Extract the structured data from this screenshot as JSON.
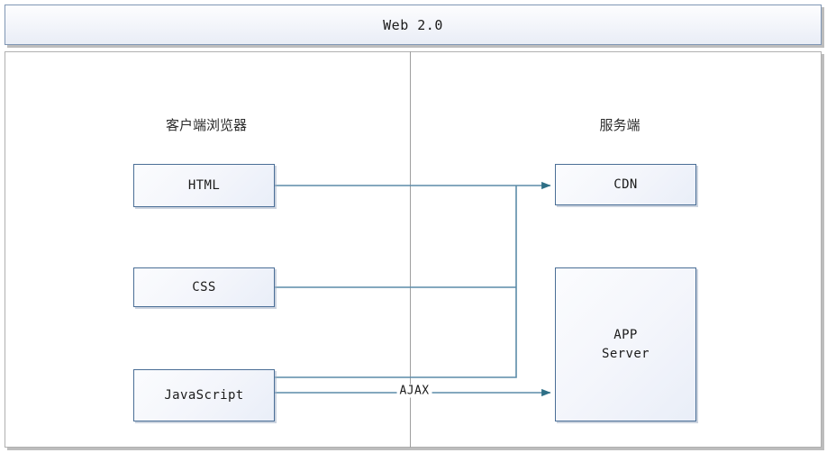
{
  "titlebar": {
    "title": "Web 2.0"
  },
  "zones": {
    "client": "客户端浏览器",
    "server": "服务端"
  },
  "nodes": {
    "html": "HTML",
    "css": "CSS",
    "javascript": "JavaScript",
    "cdn": "CDN",
    "app_server": "APP\nServer"
  },
  "edges": {
    "ajax": "AJAX"
  },
  "colors": {
    "node_border": "#4a6e96",
    "wire": "#5b8ca8",
    "frame_border": "#b0b0b0",
    "divider": "#9e9e9e",
    "titlebar_border": "#7f96b4",
    "text": "#1b1b1b"
  },
  "diagram_data": {
    "type": "diagram",
    "title": "Web 2.0",
    "zones": [
      {
        "name": "客户端浏览器",
        "side": "left",
        "nodes": [
          "HTML",
          "CSS",
          "JavaScript"
        ]
      },
      {
        "name": "服务端",
        "side": "right",
        "nodes": [
          "CDN",
          "APP Server"
        ]
      }
    ],
    "connections": [
      {
        "from": "HTML",
        "to": "CDN",
        "label": "",
        "arrow": true
      },
      {
        "from": "CSS",
        "to": "CDN",
        "label": "",
        "arrow": true
      },
      {
        "from": "JavaScript",
        "to": "CDN",
        "label": "",
        "arrow": true
      },
      {
        "from": "JavaScript",
        "to": "APP Server",
        "label": "AJAX",
        "arrow": true
      }
    ]
  }
}
